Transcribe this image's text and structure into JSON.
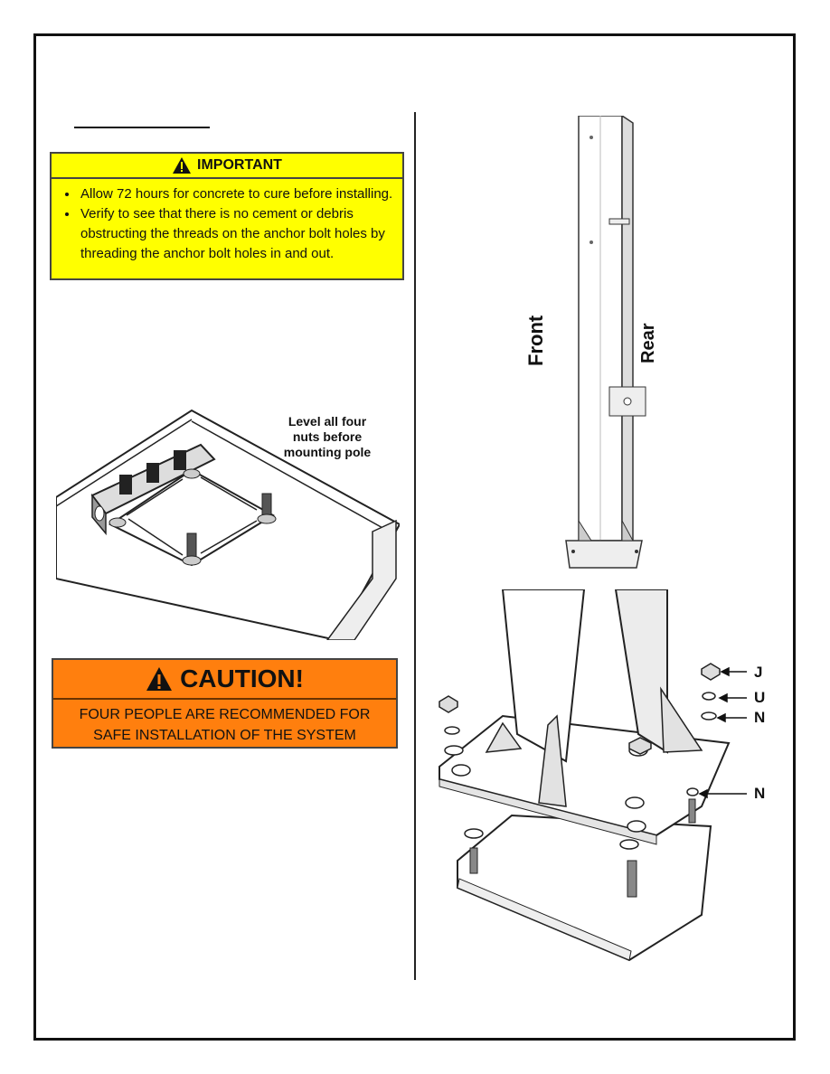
{
  "important": {
    "title": "IMPORTANT",
    "bullets": [
      "Allow 72 hours for concrete to cure before installing.",
      "Verify to see that there is no cement or debris obstructing the threads on the anchor bolt holes by threading the anchor bolt holes in and out."
    ]
  },
  "level_figure": {
    "note_line1": "Level all four",
    "note_line2": "nuts before",
    "note_line3": "mounting pole"
  },
  "caution": {
    "title": "CAUTION!",
    "line1": "FOUR PEOPLE ARE RECOMMENDED FOR",
    "line2": "SAFE INSTALLATION OF THE SYSTEM"
  },
  "pole_figure": {
    "front_label": "Front",
    "rear_label": "Rear"
  },
  "base_figure": {
    "labels": [
      "J",
      "U",
      "N",
      "N"
    ]
  }
}
